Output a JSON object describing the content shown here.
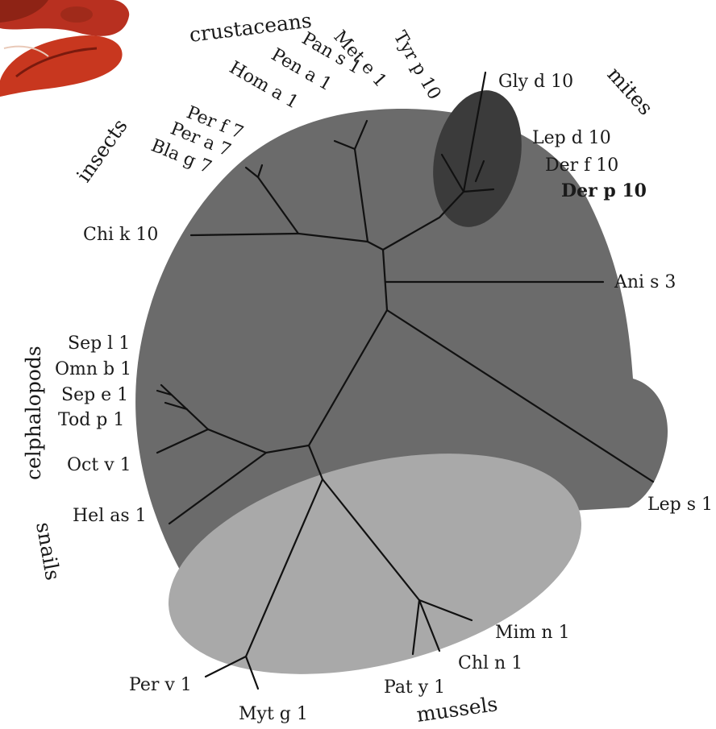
{
  "groups": {
    "crustaceans": "crustaceans",
    "insects": "insects",
    "mites": "mites",
    "celphalopods": "celphalopods",
    "snails": "snails",
    "mussels": "mussels"
  },
  "leaves": {
    "hom_a_1": "Hom a 1",
    "pen_a_1": "Pen a 1",
    "pan_s_1": "Pan s 1",
    "met_e_1": "Met e 1",
    "tyr_p_10": "Tyr p 10",
    "gly_d_10": "Gly d 10",
    "lep_d_10": "Lep d 10",
    "der_f_10": "Der f 10",
    "der_p_10": "Der p 10",
    "ani_s_3": "Ani s 3",
    "lep_s_1": "Lep s 1",
    "per_f_7": "Per f 7",
    "per_a_7": "Per a 7",
    "bla_g_7": "Bla g 7",
    "chi_k_10": "Chi k 10",
    "sep_l_1": "Sep l 1",
    "omn_b_1": "Omn b 1",
    "sep_e_1": "Sep e 1",
    "tod_p_1": "Tod p 1",
    "oct_v_1": "Oct v 1",
    "hel_as_1": "Hel as 1",
    "mim_n_1": "Mim n 1",
    "chl_n_1": "Chl n 1",
    "pat_y_1": "Pat y 1",
    "per_v_1": "Per v 1",
    "myt_g_1": "Myt g 1"
  },
  "colors": {
    "main_region": "#6b6b6b",
    "mites_region": "#3b3b3b",
    "mussels_region": "#a9a9a9",
    "branch": "#111111",
    "lobster": "#c8371f"
  },
  "icons": {
    "lobster": "lobster-photo"
  }
}
